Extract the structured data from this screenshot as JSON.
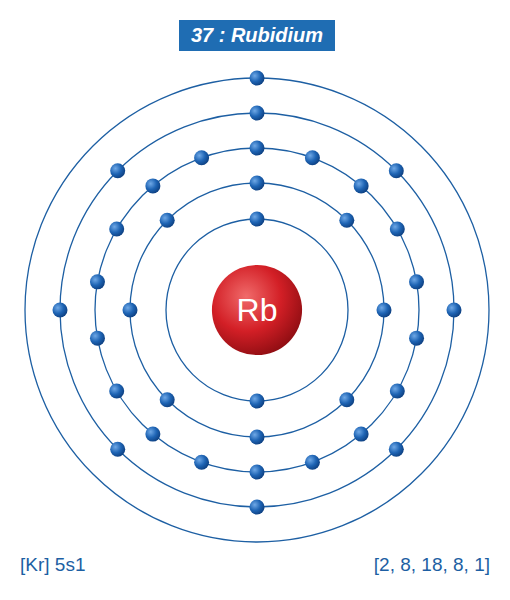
{
  "diagram": {
    "title": "37 : Rubidium",
    "nodes": [
      {
        "text": [
          "Rb"
        ]
      }
    ],
    "labels": [
      "[Kr] 5s1",
      "[2, 8, 18, 8, 1]"
    ]
  }
}
